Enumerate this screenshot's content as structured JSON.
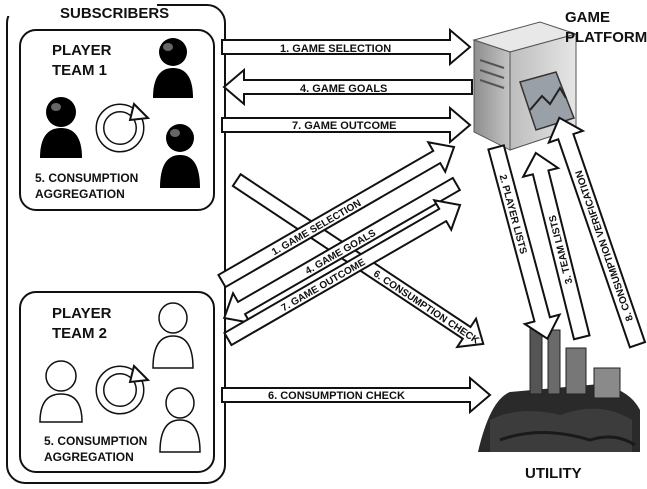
{
  "subscribers_label": "SUBSCRIBERS",
  "game_platform_label": [
    "GAME",
    "PLATFORM"
  ],
  "utility_label": "UTILITY",
  "team1": {
    "name": [
      "PLAYER",
      "TEAM 1"
    ],
    "aggregation": [
      "5. CONSUMPTION",
      "AGGREGATION"
    ]
  },
  "team2": {
    "name": [
      "PLAYER",
      "TEAM 2"
    ],
    "aggregation": [
      "5. CONSUMPTION",
      "AGGREGATION"
    ]
  },
  "flows": {
    "t1_game_selection": "1. GAME SELECTION",
    "t1_game_goals": "4. GAME GOALS",
    "t1_game_outcome": "7. GAME OUTCOME",
    "t2_game_selection": "1. GAME SELECTION",
    "t2_game_goals": "4. GAME GOALS",
    "t2_game_outcome": "7. GAME OUTCOME",
    "t1_consumption_check": "6. CONSUMPTION CHECK",
    "t2_consumption_check": "6. CONSUMPTION CHECK",
    "player_lists": "2. PLAYER LISTS",
    "team_lists": "3. TEAM LISTS",
    "consumption_verification": "8. CONSUMPTION VERIFICATION"
  },
  "colors": {
    "line": "#111111",
    "server": "#c9c9c9",
    "player_filled": "#000000",
    "player_outline": "#ffffff"
  }
}
